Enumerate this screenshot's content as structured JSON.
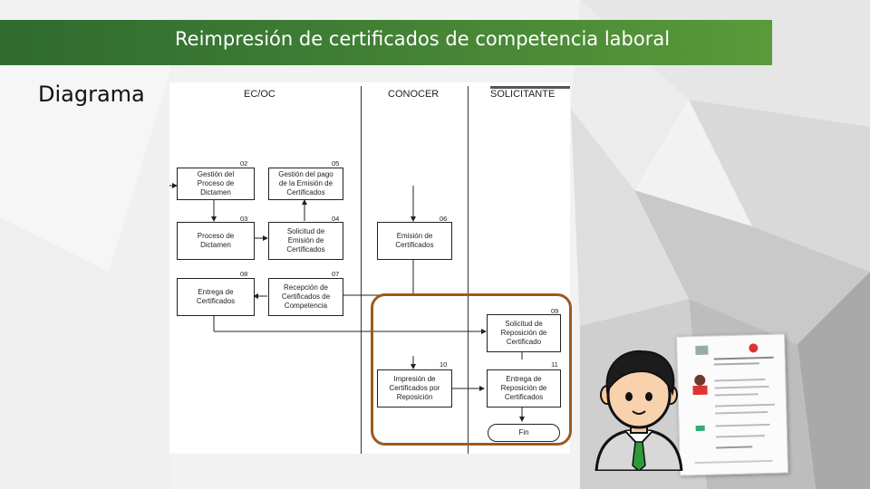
{
  "slide": {
    "title": "Reimpresión de certificados de competencia laboral",
    "side_label": "Diagrama"
  },
  "colors": {
    "title_bar": "#3b7a33",
    "highlight_border": "#9c5a1e",
    "tie": "#2e9a3a"
  },
  "diagram": {
    "lanes": [
      "EC/OC",
      "CONOCER",
      "SOLICITANTE"
    ],
    "boxes": [
      {
        "num": "02",
        "text": [
          "Gestión del",
          "Proceso de",
          "Dictamen"
        ]
      },
      {
        "num": "05",
        "text": [
          "Gestión del pago",
          "de la Emisión de",
          "Certificados"
        ]
      },
      {
        "num": "03",
        "text": [
          "Proceso de",
          "Dictamen"
        ]
      },
      {
        "num": "04",
        "text": [
          "Solicitud de",
          "Emisión de",
          "Certificados"
        ]
      },
      {
        "num": "06",
        "text": [
          "Emisión de",
          "Certificados"
        ]
      },
      {
        "num": "08",
        "text": [
          "Entrega de",
          "Certificados"
        ]
      },
      {
        "num": "07",
        "text": [
          "Recepción de",
          "Certificados de",
          "Competencia"
        ]
      },
      {
        "num": "09",
        "text": [
          "Solicitud de",
          "Reposición de",
          "Certificado"
        ]
      },
      {
        "num": "10",
        "text": [
          "Impresión de",
          "Certificados por",
          "Reposición"
        ]
      },
      {
        "num": "11",
        "text": [
          "Entrega de",
          "Reposición de",
          "Certificados"
        ]
      }
    ],
    "end_label": "Fin"
  },
  "icons": {
    "person": "user-avatar-icon",
    "certificate": "certificate-document-icon"
  }
}
